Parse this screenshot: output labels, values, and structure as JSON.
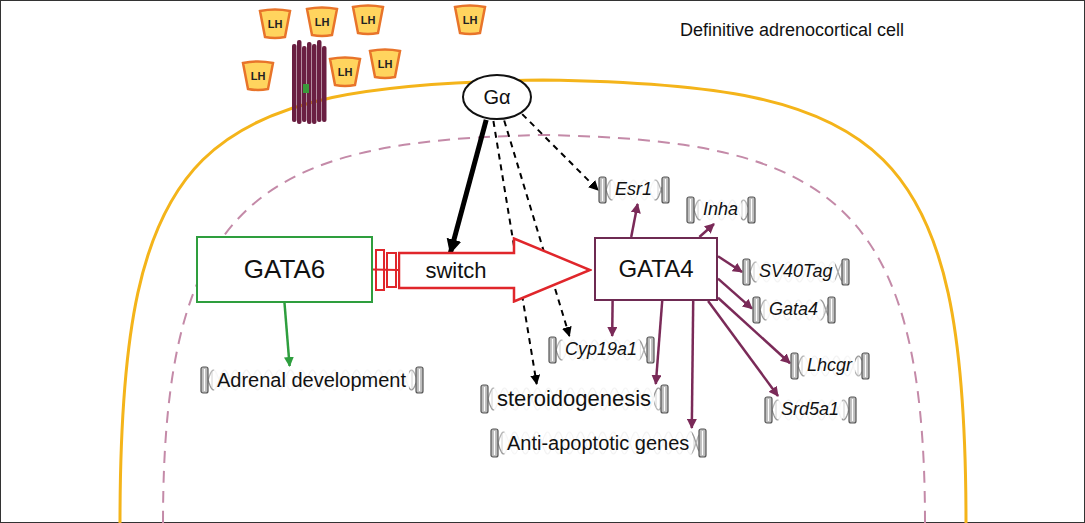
{
  "diagram": {
    "nodes": [
      {
        "text": [
          "LH"
        ]
      },
      {
        "text": [
          "LH"
        ]
      },
      {
        "text": [
          "LH"
        ]
      },
      {
        "text": [
          "LH"
        ]
      },
      {
        "text": [
          "LH"
        ]
      },
      {
        "text": [
          "LH"
        ]
      },
      {
        "text": [
          "LH"
        ]
      },
      {
        "text": [
          "Gα"
        ]
      },
      {
        "text": [
          "Esr1"
        ]
      },
      {
        "text": [
          "Inha"
        ]
      },
      {
        "text": [
          "GATA6"
        ]
      },
      {
        "text": [
          "switch"
        ]
      },
      {
        "text": [
          "GATA4"
        ]
      },
      {
        "text": [
          "SV40Tag"
        ]
      },
      {
        "text": [
          "Gata4"
        ]
      },
      {
        "text": [
          "Cyp19a1"
        ]
      },
      {
        "text": [
          "Lhcgr"
        ]
      },
      {
        "text": [
          "Adrenal development"
        ]
      },
      {
        "text": [
          "steroidogenesis"
        ]
      },
      {
        "text": [
          "Srd5a1"
        ]
      },
      {
        "text": [
          "Anti-apoptotic genes"
        ]
      }
    ],
    "edges": [
      {
        "from": 7,
        "to": 11,
        "arrow": "to"
      },
      {
        "from": 7,
        "to": 8,
        "arrow": "to"
      },
      {
        "from": 7,
        "to": 15,
        "arrow": "to"
      },
      {
        "from": 7,
        "to": 18,
        "arrow": "to"
      },
      {
        "from": 10,
        "to": 17,
        "arrow": "to"
      },
      {
        "from": 10,
        "to": 11,
        "arrow": "none"
      },
      {
        "from": 12,
        "to": 8,
        "arrow": "to"
      },
      {
        "from": 12,
        "to": 9,
        "arrow": "to"
      },
      {
        "from": 12,
        "to": 13,
        "arrow": "to"
      },
      {
        "from": 12,
        "to": 14,
        "arrow": "to"
      },
      {
        "from": 12,
        "to": 16,
        "arrow": "to"
      },
      {
        "from": 12,
        "to": 19,
        "arrow": "to"
      },
      {
        "from": 12,
        "to": 15,
        "arrow": "to"
      },
      {
        "from": 12,
        "to": 18,
        "arrow": "to"
      },
      {
        "from": 12,
        "to": 20,
        "arrow": "to"
      }
    ],
    "labels": [
      "Definitive adrenocortical cell"
    ]
  }
}
